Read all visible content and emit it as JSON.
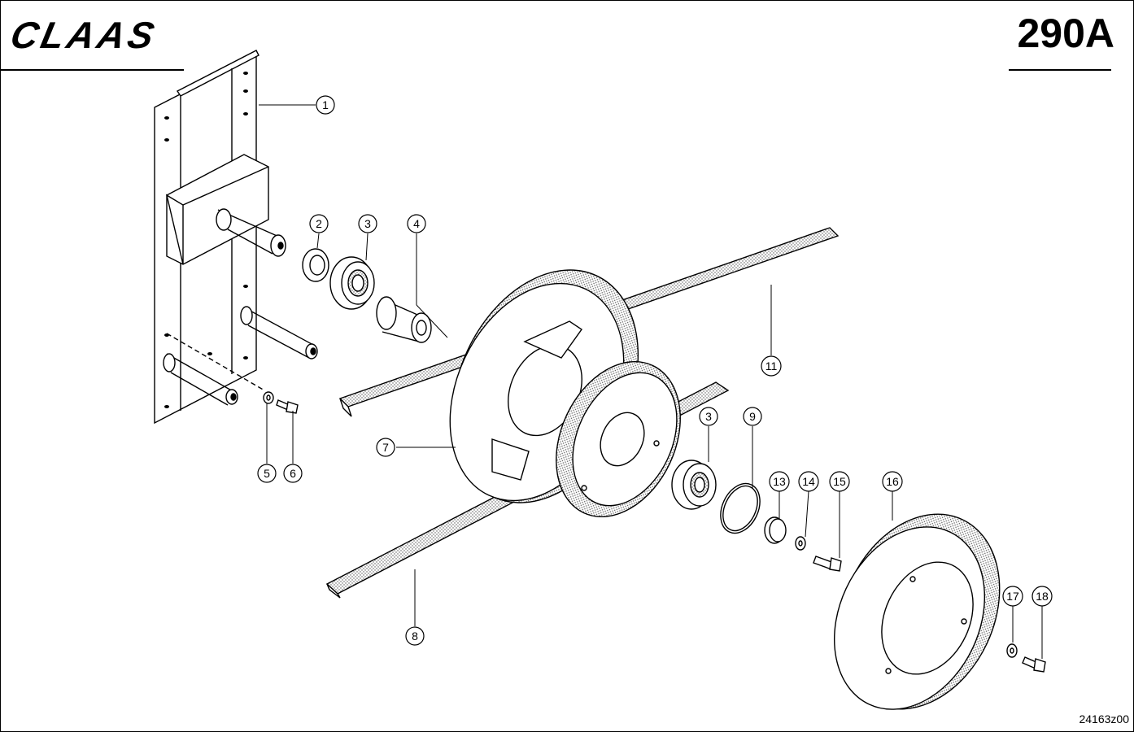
{
  "header": {
    "logo_text": "CLAAS",
    "page_code": "290A"
  },
  "footer": {
    "drawing_number": "24163z00"
  },
  "callouts": {
    "c1": "1",
    "c2": "2",
    "c3a": "3",
    "c4": "4",
    "c5": "5",
    "c6": "6",
    "c7": "7",
    "c8": "8",
    "c3b": "3",
    "c9": "9",
    "c11": "11",
    "c13": "13",
    "c14": "14",
    "c15": "15",
    "c16": "16",
    "c17": "17",
    "c18": "18"
  }
}
